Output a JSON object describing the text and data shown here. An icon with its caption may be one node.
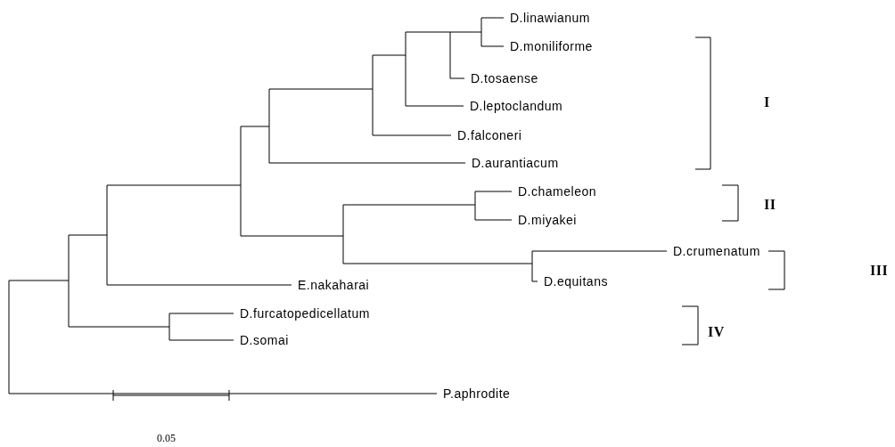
{
  "diagram": {
    "labels": [
      "D.linawianum",
      "D.moniliforme",
      "D.tosaense",
      "D.leptoclandum",
      "D.falconeri",
      "D.aurantiacum",
      "D.chameleon",
      "D.miyakei",
      "D.crumenatum",
      "D.equitans",
      "E.nakaharai",
      "D.furcatopedicellatum",
      "D.somai",
      "P.aphrodite",
      "I",
      "II",
      "III",
      "IV",
      "0.05"
    ]
  }
}
